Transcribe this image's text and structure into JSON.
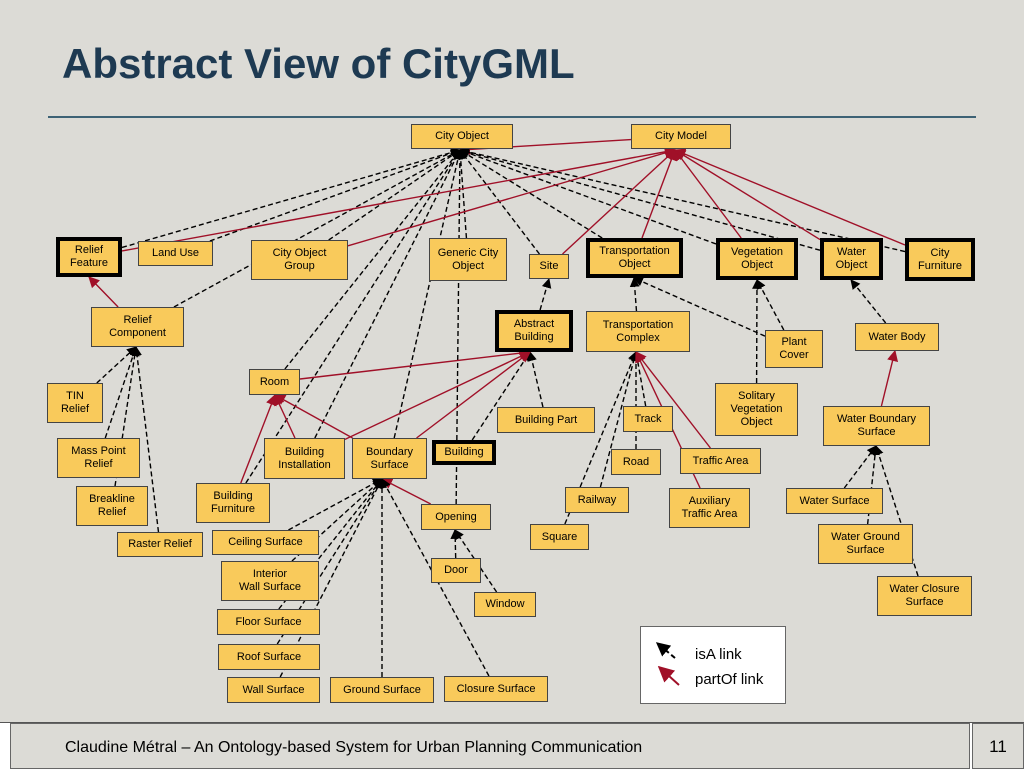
{
  "title": "Abstract View of CityGML",
  "footer": {
    "text": "Claudine Métral – An Ontology-based System for Urban Planning Communication",
    "page": "11"
  },
  "legend": {
    "isa": "isA link",
    "partof": "partOf link"
  },
  "colors": {
    "node_fill": "#f9ca5b",
    "isa_link": "#000000",
    "partof_link": "#a01028",
    "title": "#1e3a52"
  },
  "nodes": [
    {
      "id": "city-object",
      "label": "City Object"
    },
    {
      "id": "city-model",
      "label": "City Model"
    },
    {
      "id": "relief-feature",
      "label": "Relief\nFeature",
      "bold": true
    },
    {
      "id": "land-use",
      "label": "Land Use"
    },
    {
      "id": "city-object-group",
      "label": "City Object\nGroup"
    },
    {
      "id": "generic-city-object",
      "label": "Generic City\nObject"
    },
    {
      "id": "site",
      "label": "Site"
    },
    {
      "id": "transportation-object",
      "label": "Transportation\nObject",
      "bold": true
    },
    {
      "id": "vegetation-object",
      "label": "Vegetation\nObject",
      "bold": true
    },
    {
      "id": "water-object",
      "label": "Water\nObject",
      "bold": true
    },
    {
      "id": "city-furniture",
      "label": "City\nFurniture",
      "bold": true
    },
    {
      "id": "relief-component",
      "label": "Relief\nComponent"
    },
    {
      "id": "abstract-building",
      "label": "Abstract\nBuilding",
      "bold": true
    },
    {
      "id": "transportation-complex",
      "label": "Transportation\nComplex"
    },
    {
      "id": "plant-cover",
      "label": "Plant\nCover"
    },
    {
      "id": "water-body",
      "label": "Water Body"
    },
    {
      "id": "room",
      "label": "Room"
    },
    {
      "id": "tin-relief",
      "label": "TIN\nRelief"
    },
    {
      "id": "solitary-vegetation-object",
      "label": "Solitary\nVegetation\nObject"
    },
    {
      "id": "building-part",
      "label": "Building Part"
    },
    {
      "id": "track",
      "label": "Track"
    },
    {
      "id": "water-boundary-surface",
      "label": "Water Boundary\nSurface"
    },
    {
      "id": "mass-point-relief",
      "label": "Mass Point\nRelief"
    },
    {
      "id": "building-installation",
      "label": "Building\nInstallation"
    },
    {
      "id": "boundary-surface",
      "label": "Boundary\nSurface"
    },
    {
      "id": "building",
      "label": "Building",
      "bold": true
    },
    {
      "id": "road",
      "label": "Road"
    },
    {
      "id": "traffic-area",
      "label": "Traffic Area"
    },
    {
      "id": "breakline-relief",
      "label": "Breakline\nRelief"
    },
    {
      "id": "building-furniture",
      "label": "Building\nFurniture"
    },
    {
      "id": "railway",
      "label": "Railway"
    },
    {
      "id": "auxiliary-traffic-area",
      "label": "Auxiliary\nTraffic Area"
    },
    {
      "id": "water-surface",
      "label": "Water Surface"
    },
    {
      "id": "opening",
      "label": "Opening"
    },
    {
      "id": "raster-relief",
      "label": "Raster Relief"
    },
    {
      "id": "ceiling-surface",
      "label": "Ceiling Surface"
    },
    {
      "id": "square",
      "label": "Square"
    },
    {
      "id": "water-ground-surface",
      "label": "Water Ground\nSurface"
    },
    {
      "id": "interior-wall-surface",
      "label": "Interior\nWall Surface"
    },
    {
      "id": "door",
      "label": "Door"
    },
    {
      "id": "water-closure-surface",
      "label": "Water Closure\nSurface"
    },
    {
      "id": "window",
      "label": "Window"
    },
    {
      "id": "floor-surface",
      "label": "Floor Surface"
    },
    {
      "id": "roof-surface",
      "label": "Roof Surface"
    },
    {
      "id": "wall-surface",
      "label": "Wall Surface"
    },
    {
      "id": "ground-surface",
      "label": "Ground Surface"
    },
    {
      "id": "closure-surface",
      "label": "Closure Surface"
    }
  ],
  "edges": [
    {
      "from": "city-model",
      "to": "city-object",
      "type": "partof"
    },
    {
      "from": "land-use",
      "to": "city-object",
      "type": "isa"
    },
    {
      "from": "relief-feature",
      "to": "city-object",
      "type": "isa"
    },
    {
      "from": "city-object-group",
      "to": "city-object",
      "type": "isa"
    },
    {
      "from": "generic-city-object",
      "to": "city-object",
      "type": "isa"
    },
    {
      "from": "site",
      "to": "city-object",
      "type": "isa"
    },
    {
      "from": "transportation-object",
      "to": "city-object",
      "type": "isa"
    },
    {
      "from": "vegetation-object",
      "to": "city-object",
      "type": "isa"
    },
    {
      "from": "water-object",
      "to": "city-object",
      "type": "isa"
    },
    {
      "from": "city-furniture",
      "to": "city-object",
      "type": "isa"
    },
    {
      "from": "room",
      "to": "city-object",
      "type": "isa"
    },
    {
      "from": "building-installation",
      "to": "city-object",
      "type": "isa"
    },
    {
      "from": "boundary-surface",
      "to": "city-object",
      "type": "isa"
    },
    {
      "from": "building-furniture",
      "to": "city-object",
      "type": "isa"
    },
    {
      "from": "opening",
      "to": "city-object",
      "type": "isa"
    },
    {
      "from": "relief-component",
      "to": "city-object",
      "type": "isa"
    },
    {
      "from": "relief-feature",
      "to": "city-model",
      "type": "partof"
    },
    {
      "from": "city-object-group",
      "to": "city-model",
      "type": "partof"
    },
    {
      "from": "site",
      "to": "city-model",
      "type": "partof"
    },
    {
      "from": "transportation-object",
      "to": "city-model",
      "type": "partof"
    },
    {
      "from": "vegetation-object",
      "to": "city-model",
      "type": "partof"
    },
    {
      "from": "water-object",
      "to": "city-model",
      "type": "partof"
    },
    {
      "from": "city-furniture",
      "to": "city-model",
      "type": "partof"
    },
    {
      "from": "relief-component",
      "to": "relief-feature",
      "type": "partof"
    },
    {
      "from": "tin-relief",
      "to": "relief-component",
      "type": "isa"
    },
    {
      "from": "mass-point-relief",
      "to": "relief-component",
      "type": "isa"
    },
    {
      "from": "breakline-relief",
      "to": "relief-component",
      "type": "isa"
    },
    {
      "from": "raster-relief",
      "to": "relief-component",
      "type": "isa"
    },
    {
      "from": "abstract-building",
      "to": "site",
      "type": "isa"
    },
    {
      "from": "building-part",
      "to": "abstract-building",
      "type": "isa"
    },
    {
      "from": "building",
      "to": "abstract-building",
      "type": "isa"
    },
    {
      "from": "room",
      "to": "abstract-building",
      "type": "partof"
    },
    {
      "from": "building-installation",
      "to": "abstract-building",
      "type": "partof"
    },
    {
      "from": "boundary-surface",
      "to": "abstract-building",
      "type": "partof"
    },
    {
      "from": "building-furniture",
      "to": "room",
      "type": "partof"
    },
    {
      "from": "building-installation",
      "to": "room",
      "type": "partof"
    },
    {
      "from": "boundary-surface",
      "to": "room",
      "type": "partof"
    },
    {
      "from": "opening",
      "to": "boundary-surface",
      "type": "partof"
    },
    {
      "from": "ceiling-surface",
      "to": "boundary-surface",
      "type": "isa"
    },
    {
      "from": "interior-wall-surface",
      "to": "boundary-surface",
      "type": "isa"
    },
    {
      "from": "floor-surface",
      "to": "boundary-surface",
      "type": "isa"
    },
    {
      "from": "roof-surface",
      "to": "boundary-surface",
      "type": "isa"
    },
    {
      "from": "wall-surface",
      "to": "boundary-surface",
      "type": "isa"
    },
    {
      "from": "ground-surface",
      "to": "boundary-surface",
      "type": "isa"
    },
    {
      "from": "closure-surface",
      "to": "boundary-surface",
      "type": "isa"
    },
    {
      "from": "door",
      "to": "opening",
      "type": "isa"
    },
    {
      "from": "window",
      "to": "opening",
      "type": "isa"
    },
    {
      "from": "transportation-complex",
      "to": "transportation-object",
      "type": "isa"
    },
    {
      "from": "plant-cover",
      "to": "transportation-object",
      "type": "isa"
    },
    {
      "from": "track",
      "to": "transportation-complex",
      "type": "isa"
    },
    {
      "from": "road",
      "to": "transportation-complex",
      "type": "isa"
    },
    {
      "from": "railway",
      "to": "transportation-complex",
      "type": "isa"
    },
    {
      "from": "square",
      "to": "transportation-complex",
      "type": "isa"
    },
    {
      "from": "traffic-area",
      "to": "transportation-complex",
      "type": "partof"
    },
    {
      "from": "auxiliary-traffic-area",
      "to": "transportation-complex",
      "type": "partof"
    },
    {
      "from": "plant-cover",
      "to": "vegetation-object",
      "type": "isa"
    },
    {
      "from": "solitary-vegetation-object",
      "to": "vegetation-object",
      "type": "isa"
    },
    {
      "from": "water-body",
      "to": "water-object",
      "type": "isa"
    },
    {
      "from": "water-boundary-surface",
      "to": "water-body",
      "type": "partof"
    },
    {
      "from": "water-surface",
      "to": "water-boundary-surface",
      "type": "isa"
    },
    {
      "from": "water-ground-surface",
      "to": "water-boundary-surface",
      "type": "isa"
    },
    {
      "from": "water-closure-surface",
      "to": "water-boundary-surface",
      "type": "isa"
    }
  ]
}
